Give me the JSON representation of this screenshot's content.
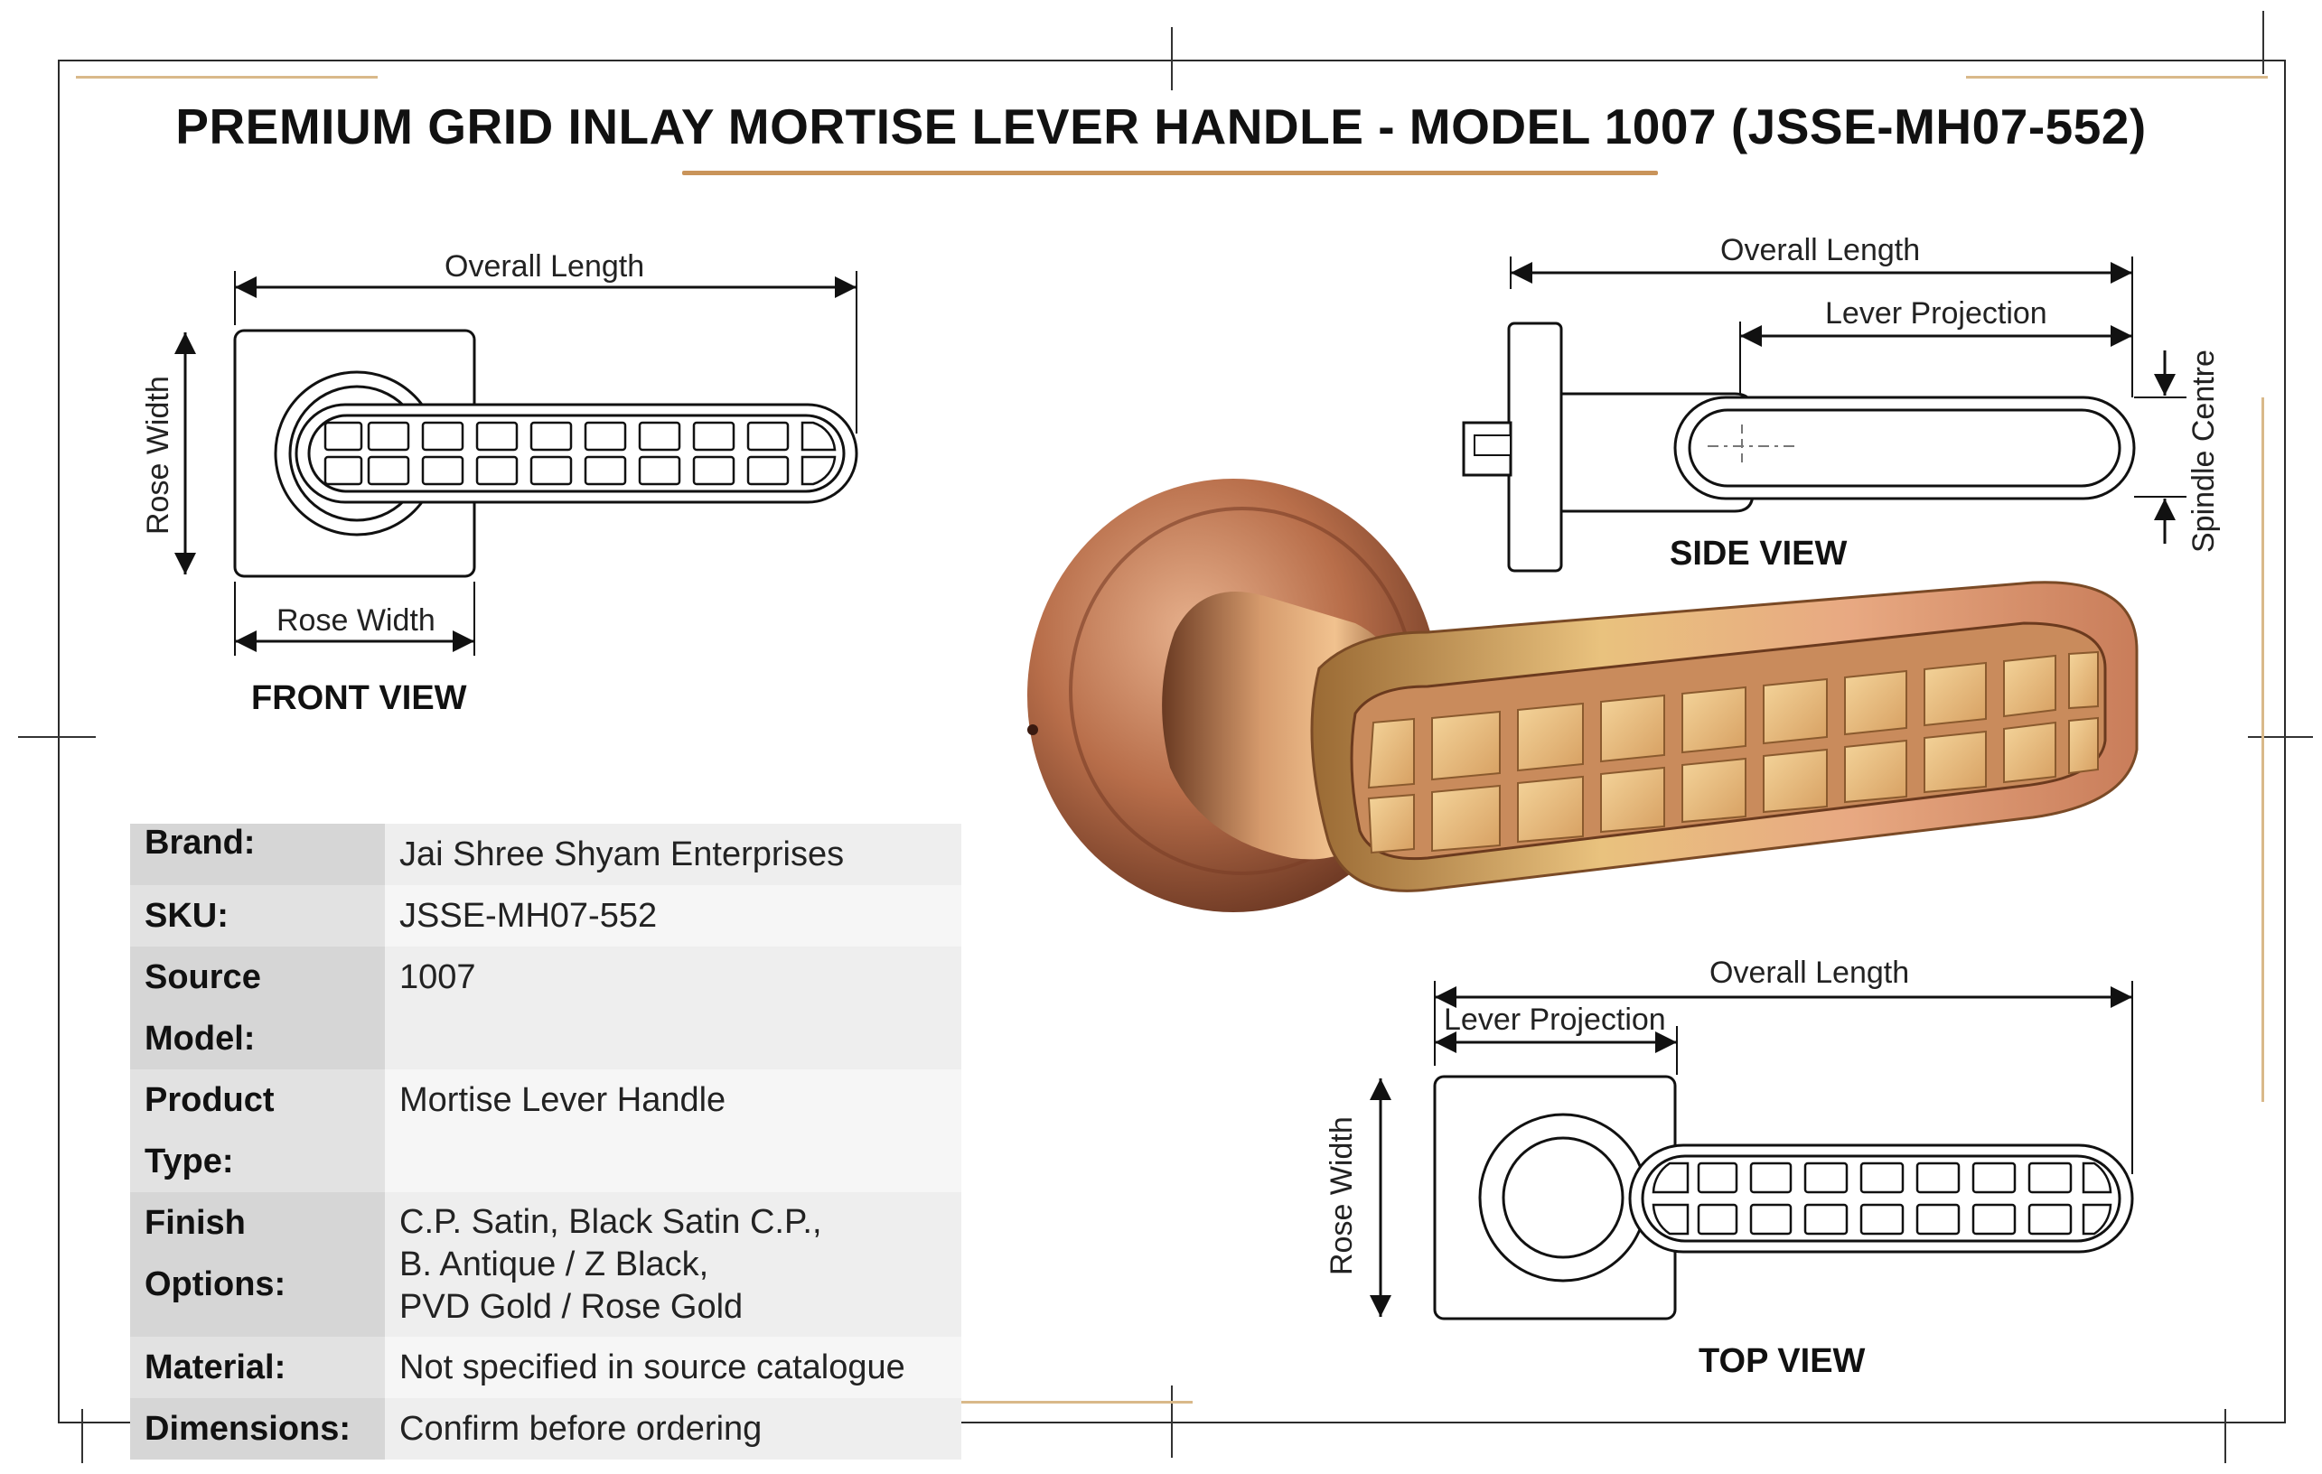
{
  "title": "PREMIUM GRID INLAY MORTISE LEVER HANDLE - MODEL 1007 (JSSE-MH07-552)",
  "front_view": {
    "label": "FRONT VIEW",
    "overall_length": "Overall Length",
    "rose_width_vertical": "Rose Width",
    "rose_width_horizontal": "Rose Width"
  },
  "side_view": {
    "label": "SIDE  VIEW",
    "overall_length": "Overall Length",
    "lever_projection": "Lever Projection",
    "spindle_centre": "Spindle Centre"
  },
  "top_view": {
    "label": "TOP VIEW",
    "overall_length": "Overall Length",
    "lever_projection": "Lever Projection",
    "rose_width": "Rose Width"
  },
  "specs": [
    {
      "key": "Brand:",
      "lines": [
        "Jai Shree Shyam Enterprises"
      ]
    },
    {
      "key": "SKU:",
      "lines": [
        "JSSE-MH07-552"
      ]
    },
    {
      "key": "Source Model:",
      "lines": [
        "1007"
      ]
    },
    {
      "key": "Product Type:",
      "lines": [
        "Mortise Lever Handle"
      ]
    },
    {
      "key": "Finish Options:",
      "lines": [
        "C.P. Satin, Black Satin C.P.,",
        "B. Antique / Z Black,",
        "PVD Gold / Rose Gold"
      ]
    },
    {
      "key": "Material:",
      "lines": [
        "Not specified in source catalogue"
      ]
    },
    {
      "key": "Dimensions:",
      "lines": [
        "Confirm before ordering"
      ]
    }
  ],
  "colors": {
    "accent_gold": "#c9945a",
    "rose_gold_dark": "#8a4a2c",
    "rose_gold_light": "#e8b48c",
    "gold_light": "#f0cf8c"
  }
}
